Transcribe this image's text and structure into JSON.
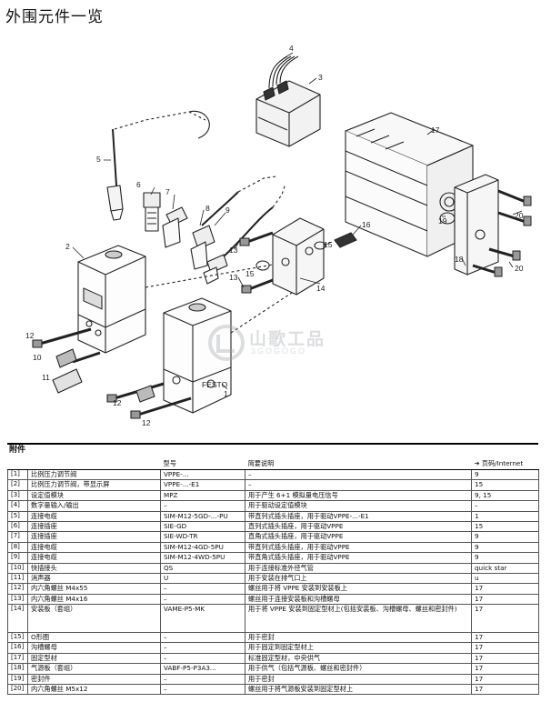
{
  "page": {
    "title": "外围元件一览"
  },
  "watermark": {
    "name_cn": "山歌工品",
    "name_en": "3GOGOGO"
  },
  "diagram": {
    "labels": [
      "1",
      "2",
      "3",
      "4",
      "5",
      "6",
      "7",
      "8",
      "9",
      "10",
      "11",
      "12",
      "12",
      "12",
      "13",
      "13",
      "14",
      "15",
      "15",
      "16",
      "17",
      "18",
      "19",
      "20",
      "20"
    ],
    "body_brand": "FESTO"
  },
  "table": {
    "section_title": "附件",
    "headers": [
      "",
      "",
      "型号",
      "简要说明",
      "➔ 页码/Internet"
    ],
    "rows": [
      [
        "[1]",
        "比例压力调节阀",
        "VPPE-...",
        "–",
        "9"
      ],
      [
        "[2]",
        "比例压力调节阀，带显示屏",
        "VPPE-...-E1",
        "–",
        "15"
      ],
      [
        "[3]",
        "设定值模块",
        "MPZ",
        "用于产生 6+1 模拟量电压信号",
        "9, 15"
      ],
      [
        "[4]",
        "数字量输入/输出",
        "–",
        "用于驱动设定值模块",
        "–"
      ],
      [
        "[5]",
        "连接电缆",
        "SIM-M12-5GD-...-PU",
        "带直列式插头插座，用于驱动VPPE-...-E1",
        "1"
      ],
      [
        "[6]",
        "连接插座",
        "SIE-GD",
        "直列式插头插座，用于驱动VPPE",
        "15"
      ],
      [
        "[7]",
        "连接插座",
        "SIE-WD-TR",
        "直角式插头插座，用于驱动VPPE",
        "9"
      ],
      [
        "[8]",
        "连接电缆",
        "SIM-M12-4GD-5PU",
        "带直列式插头插座，用于驱动VPPE",
        "9"
      ],
      [
        "[9]",
        "连接电缆",
        "SIM-M12-4WD-5PU",
        "带直角式插头插座，用于驱动VPPE",
        "9"
      ],
      [
        "[10]",
        "快插接头",
        "QS",
        "用于连接标准外径气管",
        "quick star"
      ],
      [
        "[11]",
        "消声器",
        "U",
        "用于安装在排气口上",
        "u"
      ],
      [
        "[12]",
        "内六角螺丝 M4x55",
        "–",
        "螺丝用于将 VPPE 安装到安装板上",
        "17"
      ],
      [
        "[13]",
        "内六角螺丝 M4x16",
        "–",
        "螺丝用于连接安装板和沟槽螺母",
        "17"
      ],
      [
        "[14]",
        "安装板（套组）",
        "VAME-P5-MK",
        "用于将 VPPE 安装到固定型材上(包括安装板、沟槽螺母、螺丝和密封件)",
        "17"
      ],
      [
        "[15]",
        "O形圈",
        "–",
        "用于密封",
        "17"
      ],
      [
        "[16]",
        "沟槽螺母",
        "–",
        "用于固定到固定型材上",
        "17"
      ],
      [
        "[17]",
        "固定型材",
        "–",
        "标准固定型材，中央供气",
        "17"
      ],
      [
        "[18]",
        "气源板（套组）",
        "VABF-P5-P3A3...",
        "用于供气（包括气源板、螺丝和密封件）",
        "17"
      ],
      [
        "[19]",
        "密封件",
        "–",
        "用于密封",
        "17"
      ],
      [
        "[20]",
        "内六角螺丝 M5x12",
        "–",
        "螺丝用于将气源板安装到固定型材上",
        "17"
      ]
    ]
  }
}
